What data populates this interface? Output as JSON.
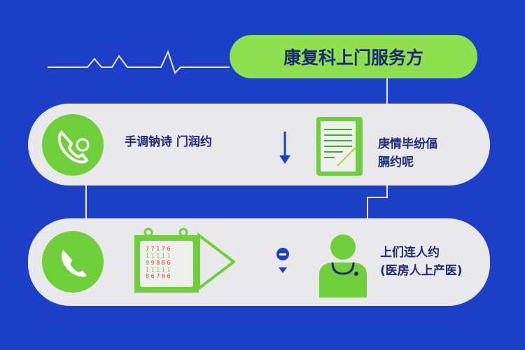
{
  "title": "康复科上门服务方",
  "row1": {
    "left_text": "手调钠诗 门润约",
    "right_text_1": "庚情毕纷偪",
    "right_text_2": "膈约呢",
    "icons": [
      "phone-clock-icon",
      "arrow-down-icon",
      "document-icon"
    ]
  },
  "row2": {
    "right_text_1": "上们连人约",
    "right_text_2": "(医房人上产医)",
    "icons": [
      "phone-icon",
      "calendar-icon",
      "location-pin-icon",
      "doctor-icon"
    ]
  },
  "colors": {
    "background": "#1b3fc6",
    "accent": "#8ee04f",
    "text": "#1e2a7a"
  }
}
